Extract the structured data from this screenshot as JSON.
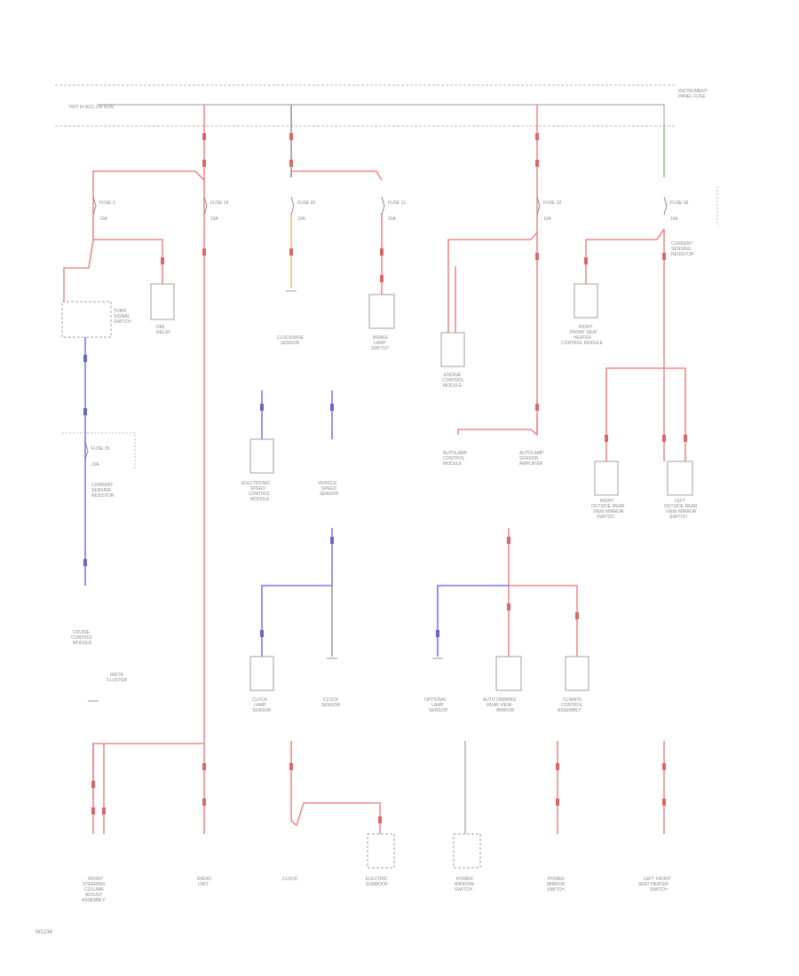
{
  "header": {
    "fuse_block_label": "HOT IN ACC OR RUN",
    "power_note_lines": [
      "INSTRUMENT",
      "PANEL FUSE"
    ]
  },
  "fuses": [
    {
      "label": "FUSE 3",
      "rating": "10A"
    },
    {
      "label": "FUSE 19",
      "rating": "10A"
    },
    {
      "label": "FUSE 20",
      "rating": "10A"
    },
    {
      "label": "FUSE 21",
      "rating": "10A"
    },
    {
      "label": "FUSE 22",
      "rating": "10A"
    },
    {
      "label": "FUSE 36",
      "rating": "10A"
    },
    {
      "label": "FUSE 15",
      "rating": "10A"
    }
  ],
  "components": {
    "lamp_relay": [
      "DIM",
      "RELAY"
    ],
    "sw_left": [
      "TURN",
      "SIGNAL",
      "SWITCH"
    ],
    "r_headlamp": [
      "CLOCKWISE",
      "SENSOR"
    ],
    "r_brake": [
      "BRAKE",
      "LAMP",
      "SWITCH"
    ],
    "r_engine": [
      "ENGINE",
      "CONTROL",
      "MODULE"
    ],
    "r_mirror_a": [
      "RIGHT",
      "FRONT SEAT",
      "HEATER",
      "CONTROL MODULE"
    ],
    "r_mirror_b": [
      "RIGHT",
      "OUTSIDE REAR",
      "VIEW MIRROR",
      "SWITCH"
    ],
    "r_mirror_c": [
      "LEFT",
      "OUTSIDE REAR",
      "VIEW MIRROR",
      "SWITCH"
    ],
    "speed_module": [
      "ELECTRONIC",
      "SPEED",
      "CONTROL",
      "MODULE"
    ],
    "sensor_mid": [
      "VEHICLE",
      "SPEED",
      "SENSOR"
    ],
    "trans_a": [
      "AUTOLAMP",
      "CONTROL",
      "MODULE"
    ],
    "trans_b": [
      "AUTOLAMP",
      "SENSOR",
      "AMPLIFIER"
    ],
    "fuse15_note": [
      "CURRENT",
      "SENSING",
      "RESISTOR"
    ],
    "fuse36_note": [
      "CURRENT",
      "SENSING",
      "RESISTOR"
    ],
    "left_lamp": [
      "CRUISE",
      "CONTROL",
      "MODULE"
    ],
    "cluster_note": [
      "INSTR",
      "CLUSTER"
    ],
    "low_a": [
      "CLOCK",
      "LAMP",
      "SENSOR"
    ],
    "low_b": [
      "CLOCK",
      "SENSOR"
    ],
    "low_c": [
      "OPTIONAL",
      "LAMP",
      "SENSOR"
    ],
    "low_d": [
      "AUTO DIMMING",
      "REAR VIEW",
      "MIRROR"
    ],
    "low_e": [
      "CLIMATE",
      "CONTROL",
      "ASSEMBLY"
    ],
    "bottom_1": [
      "FRONT",
      "STEERING",
      "COLUMN",
      "ADJUST",
      "ASSEMBLY"
    ],
    "bottom_2": [
      "RADIO",
      "UNIT"
    ],
    "bottom_3": [
      "CLOCK"
    ],
    "bottom_4": [
      "ELECTRIC",
      "SUNROOF"
    ],
    "bottom_5": [
      "POWER",
      "WINDOW",
      "SWITCH"
    ],
    "bottom_6": [
      "POWER",
      "MIRROR",
      "SWITCH"
    ],
    "bottom_7": [
      "LEFT FRONT",
      "SEAT HEATER",
      "SWITCH"
    ],
    "footer_code": "W1234"
  },
  "colors": {
    "wire_red": "#f08a8a",
    "wire_blue": "#7a7ae8",
    "wire_green": "#7fd27f",
    "wire_gray": "#9a9a9a",
    "wire_orange": "#f0c070"
  }
}
